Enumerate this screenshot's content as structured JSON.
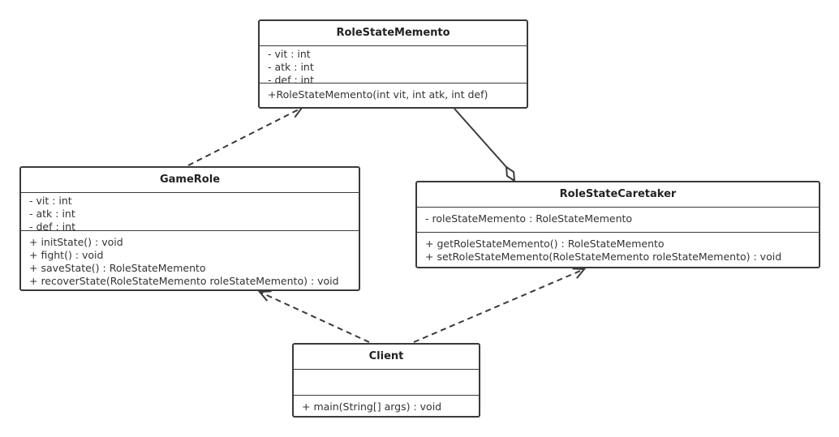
{
  "colors": {
    "line": "#3a3a3a",
    "text": "#333333",
    "background": "#ffffff"
  },
  "classes": {
    "role_state_memento": {
      "name": "RoleStateMemento",
      "attributes": [
        "- vit : int",
        "- atk : int",
        "- def : int"
      ],
      "operations": [
        "+RoleStateMemento(int vit, int atk, int def)"
      ]
    },
    "game_role": {
      "name": "GameRole",
      "attributes": [
        "- vit : int",
        "- atk : int",
        "- def : int"
      ],
      "operations": [
        "+ initState() : void",
        "+ fight() : void",
        "+ saveState() : RoleStateMemento",
        "+ recoverState(RoleStateMemento roleStateMemento) : void"
      ]
    },
    "role_state_caretaker": {
      "name": "RoleStateCaretaker",
      "attributes": [
        "- roleStateMemento : RoleStateMemento"
      ],
      "operations": [
        "+ getRoleStateMemento() : RoleStateMemento",
        "+ setRoleStateMemento(RoleStateMemento roleStateMemento) : void"
      ]
    },
    "client": {
      "name": "Client",
      "attributes": [],
      "operations": [
        "+ main(String[] args) : void"
      ]
    }
  },
  "relationships": [
    {
      "from": "GameRole",
      "to": "RoleStateMemento",
      "type": "dependency"
    },
    {
      "from": "RoleStateMemento",
      "to": "RoleStateCaretaker",
      "type": "aggregation"
    },
    {
      "from": "Client",
      "to": "GameRole",
      "type": "dependency"
    },
    {
      "from": "Client",
      "to": "RoleStateCaretaker",
      "type": "dependency"
    }
  ]
}
